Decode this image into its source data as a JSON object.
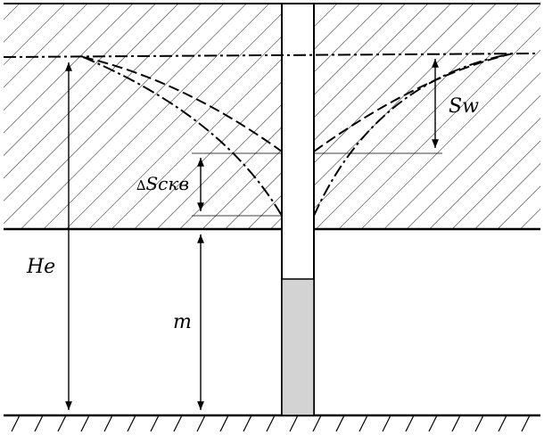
{
  "labels": {
    "he": "He",
    "m": "m",
    "sw": "Sw",
    "dscv_delta": "∆",
    "dscv": "Sскв"
  },
  "colors": {
    "line": "#000000",
    "hatch": "#000000",
    "well_fill": "#d3d3d3",
    "background": "#ffffff"
  }
}
